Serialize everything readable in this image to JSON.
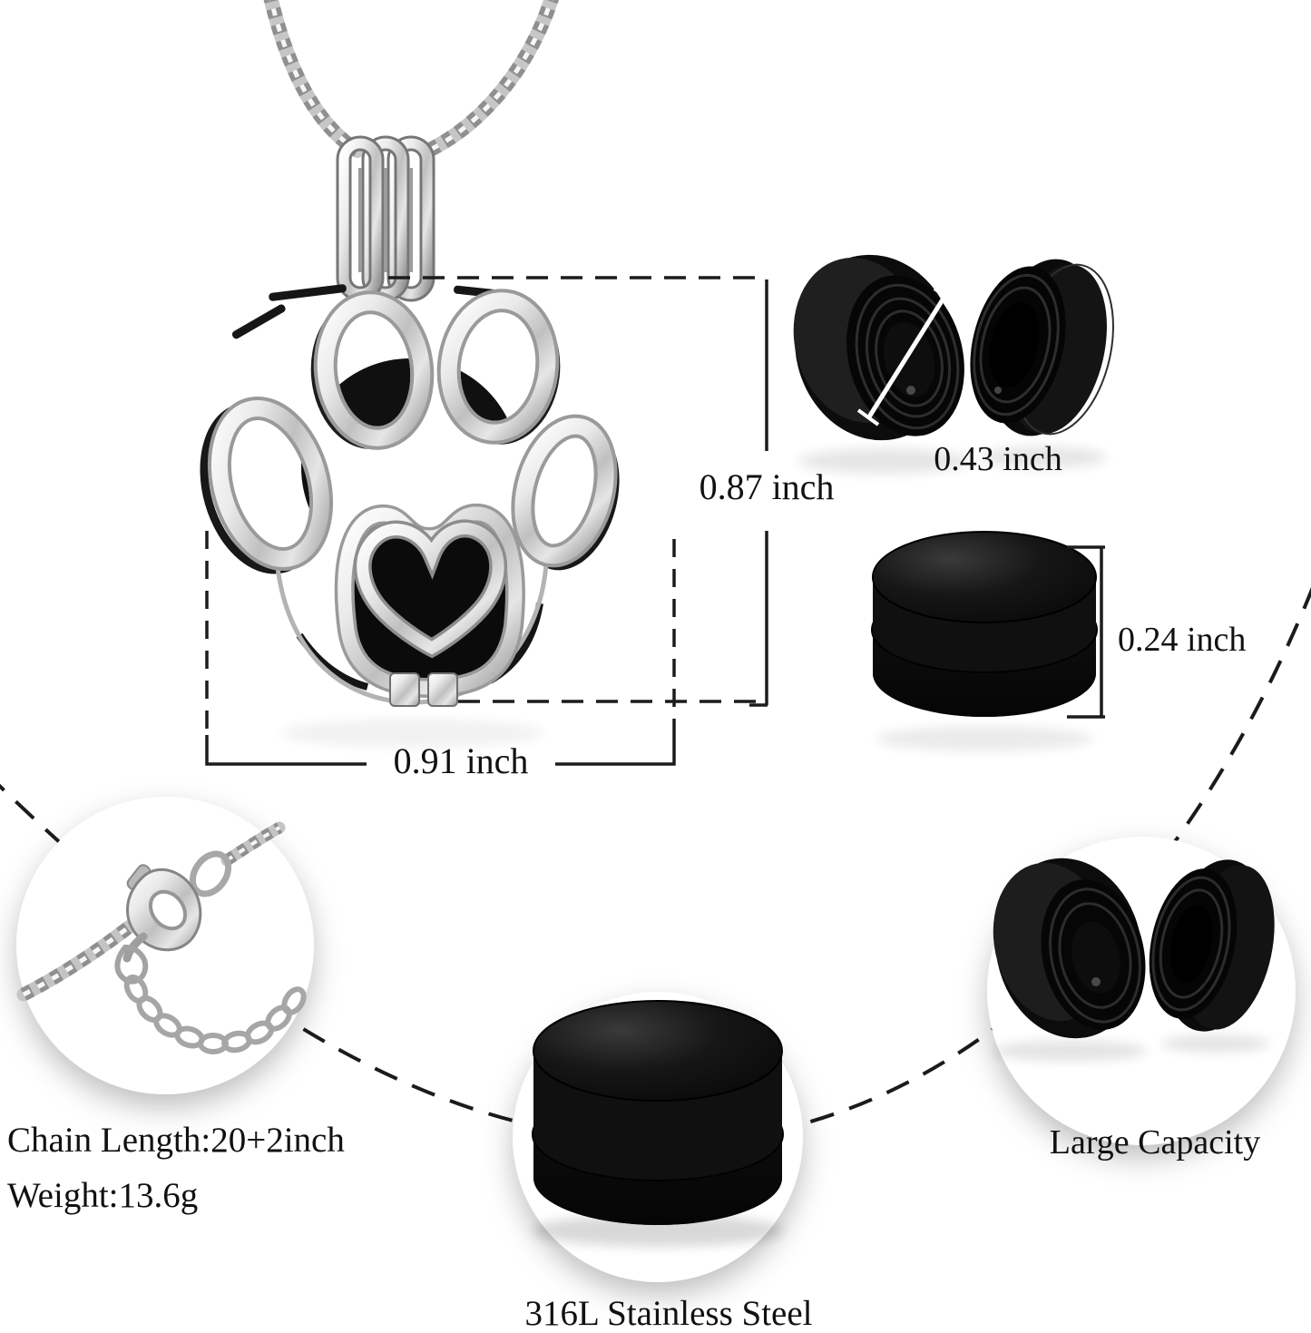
{
  "labels": {
    "pendant_height": "0.87 inch",
    "pendant_width": "0.91 inch",
    "inner_diameter": "0.43 inch",
    "capsule_height": "0.24 inch",
    "chain_length": "Chain Length:20+2inch",
    "weight": "Weight:13.6g",
    "material": "316L Stainless Steel",
    "capacity": "Large Capacity"
  },
  "colors": {
    "background": "#ffffff",
    "annotation_line": "#1c1c1c",
    "text": "#111111",
    "metal_highlight": "#f6f6f6",
    "metal_mid": "#c4c4c4",
    "metal_shadow": "#8a8a8a",
    "capsule_black": "#0d0d0d",
    "diameter_indicator": "#ffffff"
  }
}
